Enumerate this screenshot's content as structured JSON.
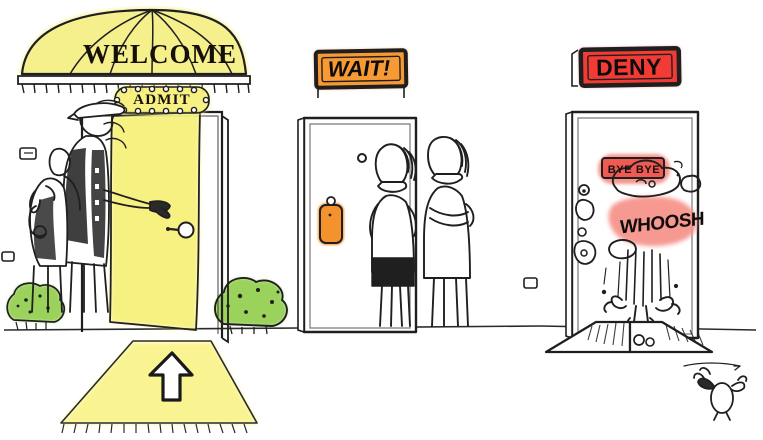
{
  "illustration": {
    "title": "Access Control Doors Cartoon",
    "background_color": "#ffffff",
    "ink_color": "#1a1a1a"
  },
  "scenes": [
    {
      "id": "admit",
      "name": "admit-scene",
      "awning_label": "WELCOME",
      "sign_label": "ADMIT",
      "sign_type": "marquee-bulb-sign",
      "door_state": "open",
      "door_color": "#f7f17e",
      "awning_color": "#f5ef86",
      "carpet_label": "up-arrow",
      "carpet_color": "#f9f48d",
      "foliage_color": "#9ad25c",
      "characters": "crowd-of-visitors-and-greeter"
    },
    {
      "id": "wait",
      "name": "wait-scene",
      "sign_label": "WAIT!",
      "sign_color": "#f79a33",
      "sign_border_color": "#1a1a1a",
      "door_state": "closed",
      "door_color": "#ffffff",
      "badge_reader_color": "#f4922e",
      "characters": "two-people-waiting"
    },
    {
      "id": "deny",
      "name": "deny-scene",
      "sign_label": "DENY",
      "sign_color": "#f23b34",
      "sign_border_color": "#1a1a1a",
      "door_state": "closed",
      "door_color": "#ffffff",
      "bubbles": [
        {
          "id": "bye-bye",
          "label": "BYE BYE",
          "color": "#f58e86",
          "shape": "rounded-rect"
        },
        {
          "id": "whoosh",
          "label": "WHOOSH",
          "color": "#f58e86",
          "shape": "blob"
        }
      ],
      "trapdoor_state": "open",
      "characters": "person-falling-through-trapdoor",
      "extra": "bird-at-bottom-right"
    }
  ],
  "palette": {
    "yellow": "#f7f17e",
    "orange": "#f79a33",
    "red": "#f23b34",
    "pink": "#f58e86",
    "green": "#9ad25c",
    "ink": "#1a1a1a",
    "white": "#ffffff"
  },
  "labels": {
    "welcome": "WELCOME",
    "admit": "ADMIT",
    "wait": "WAIT!",
    "deny": "DENY",
    "bye_bye": "BYE BYE",
    "whoosh": "WHOOSH"
  }
}
